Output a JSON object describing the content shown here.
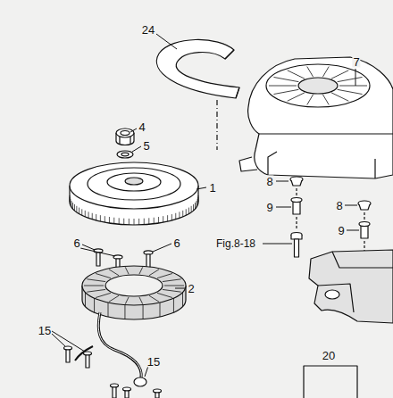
{
  "diagram": {
    "labels": [
      "24",
      "7",
      "4",
      "5",
      "1",
      "8",
      "9",
      "8",
      "9",
      "6",
      "6",
      "Fig.8-18",
      "2",
      "15",
      "15",
      "20"
    ]
  }
}
